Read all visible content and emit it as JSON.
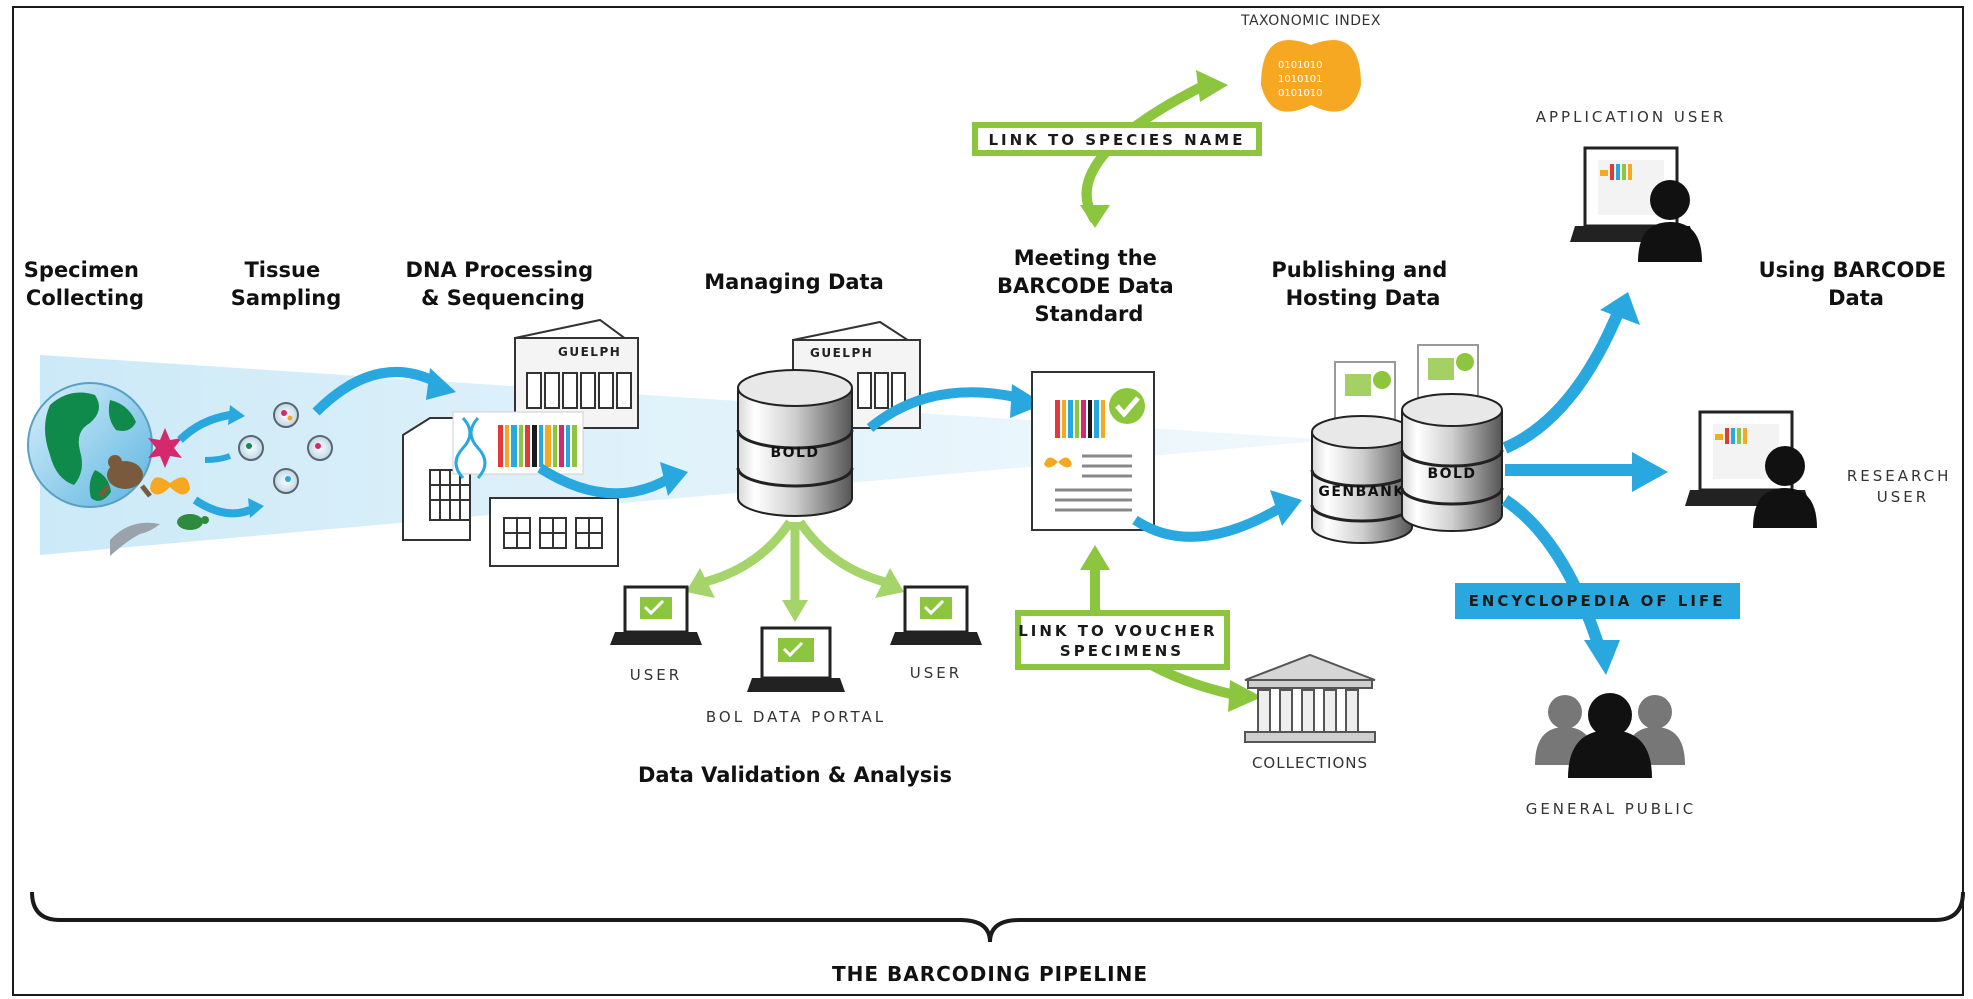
{
  "stages": {
    "specimen": [
      "Specimen",
      "Collecting"
    ],
    "tissue": [
      "Tissue",
      "Sampling"
    ],
    "dna": [
      "DNA Processing",
      "& Sequencing"
    ],
    "managing": [
      "Managing Data"
    ],
    "meeting": [
      "Meeting the",
      "BARCODE Data",
      "Standard"
    ],
    "publishing": [
      "Publishing and",
      "Hosting Data"
    ],
    "using": [
      "Using BARCODE",
      "Data"
    ],
    "validation": [
      "Data Validation & Analysis"
    ]
  },
  "tags": {
    "link_species": "LINK TO SPECIES NAME",
    "link_voucher": [
      "LINK TO VOUCHER",
      "SPECIMENS"
    ],
    "eol": "ENCYCLOPEDIA OF LIFE"
  },
  "labels": {
    "taxonomic_index": "TAXONOMIC INDEX",
    "application_user": "APPLICATION USER",
    "research_user": [
      "RESEARCH",
      "USER"
    ],
    "general_public": "GENERAL PUBLIC",
    "collections": "COLLECTIONS",
    "user_left": "USER",
    "user_right": "USER",
    "bol_portal": "BOL DATA PORTAL"
  },
  "databases": {
    "bold_main": "BOLD",
    "genbank": "GENBANK",
    "bold_pub": "BOLD"
  },
  "buildings": {
    "guelph_1": "GUELPH",
    "guelph_2": "GUELPH"
  },
  "binary_text": [
    "0101010",
    "1010101",
    "0101010"
  ],
  "footer": "THE BARCODING PIPELINE",
  "colors": {
    "green": "#8cc63f",
    "blue": "#29a8e0",
    "light_green": "#a5d46a",
    "orange": "#f7a823",
    "dark": "#1a1a1a"
  }
}
